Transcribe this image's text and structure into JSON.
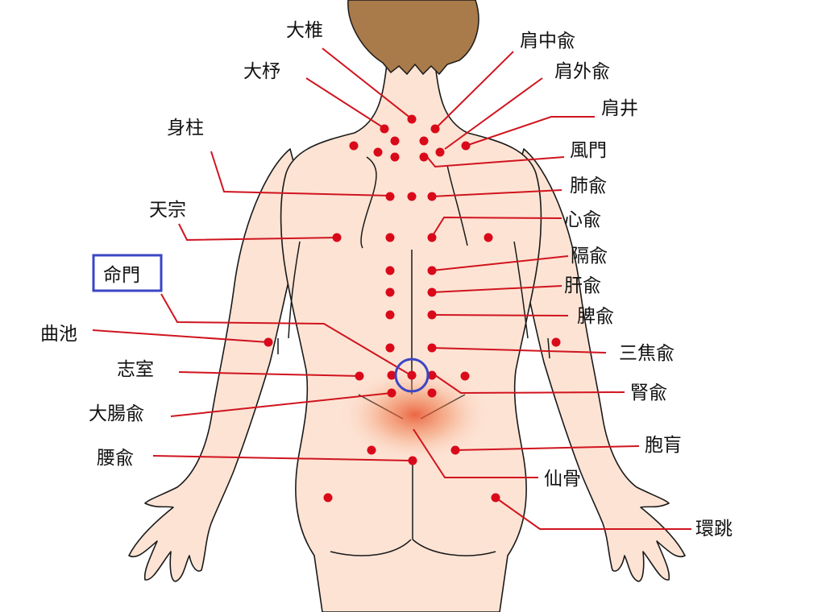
{
  "labels": {
    "dazhui": "大椎",
    "dazhu": "大杼",
    "shenzhu": "身柱",
    "tianzong": "天宗",
    "mingmen": "命門",
    "quchi": "曲池",
    "zhishi": "志室",
    "dachangshu": "大腸兪",
    "yaoshu": "腰兪",
    "jianzhongshu": "肩中兪",
    "jianwaishu": "肩外兪",
    "jianjing": "肩井",
    "fengmen": "風門",
    "feishu": "肺兪",
    "xinshu": "心兪",
    "geshu": "隔兪",
    "ganshu": "肝兪",
    "pishu": "脾兪",
    "sanjiaoshu": "三焦兪",
    "shenshu": "腎兪",
    "baohuang": "胞肓",
    "xiangu": "仙骨",
    "huantiao": "環跳"
  },
  "colors": {
    "skin": "#fde3d4",
    "hair": "#a97b4a",
    "point": "#d9091a",
    "leader": "#d0141e",
    "highlight": "#3b46c4",
    "glow": "#e8502a"
  }
}
